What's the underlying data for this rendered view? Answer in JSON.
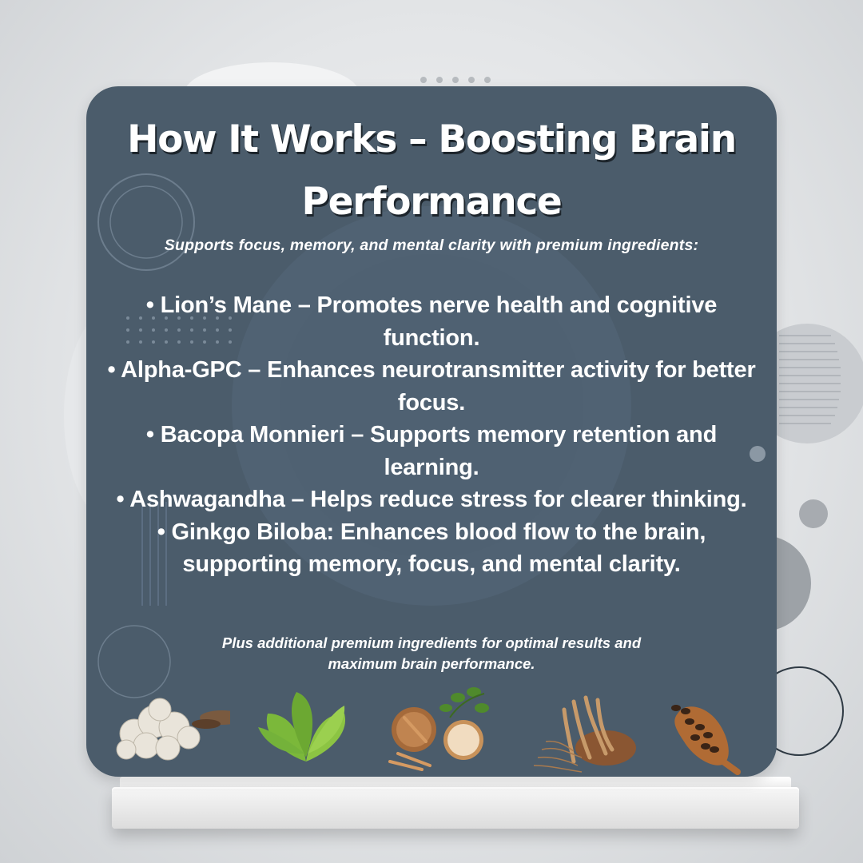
{
  "title": "How It Works – Boosting Brain Performance",
  "subtitle": "Supports focus, memory, and mental clarity with premium ingredients:",
  "ingredients": [
    "• Lion’s Mane – Promotes nerve health and cognitive function.",
    "• Alpha-GPC – Enhances neurotransmitter activity for better focus.",
    "• Bacopa Monnieri – Supports memory retention and learning.",
    "• Ashwagandha – Helps reduce stress for clearer thinking.",
    "• Ginkgo Biloba: Enhances blood flow to the brain, supporting memory, focus, and mental clarity."
  ],
  "footnote": "Plus additional premium ingredients for optimal results and maximum brain performance.",
  "images": [
    {
      "icon": "lions-mane-mushroom-icon"
    },
    {
      "icon": "ginkgo-leaves-icon"
    },
    {
      "icon": "bacopa-herbs-powder-icon"
    },
    {
      "icon": "ashwagandha-root-icon"
    },
    {
      "icon": "coffee-beans-scoop-icon"
    }
  ],
  "colors": {
    "card": "#4b5c6b",
    "text": "#ffffff",
    "title_shadow": "#1d252c",
    "background": "#e3e5e7"
  }
}
